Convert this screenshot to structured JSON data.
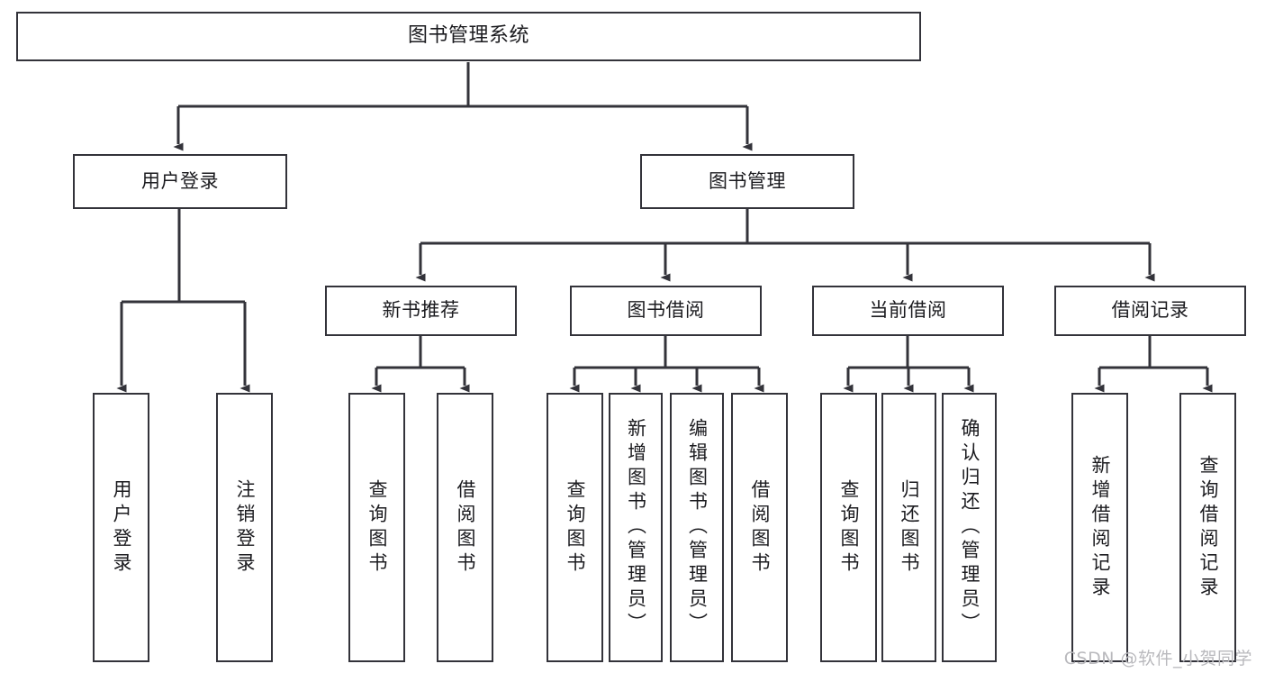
{
  "diagram": {
    "title": "图书管理系统",
    "type": "tree",
    "watermark": "CSDN @软件_小贺同学",
    "colors": {
      "box_border": "#33333a",
      "box_fill": "#ffffff",
      "edge": "#33333a",
      "text": "#1b1b1f",
      "watermark": "#b9b9bd",
      "background": "#ffffff"
    },
    "levels": {
      "root": "图书管理系统",
      "level2": [
        "用户登录",
        "图书管理"
      ],
      "level3": [
        "新书推荐",
        "图书借阅",
        "当前借阅",
        "借阅记录"
      ]
    },
    "nodes": {
      "root": {
        "label": "图书管理系统"
      },
      "user_login": {
        "label": "用户登录"
      },
      "book_manage": {
        "label": "图书管理"
      },
      "new_book_rec": {
        "label": "新书推荐"
      },
      "book_borrow": {
        "label": "图书借阅"
      },
      "current_borrow": {
        "label": "当前借阅"
      },
      "borrow_record": {
        "label": "借阅记录"
      },
      "leaf_user_login": {
        "label": "用户登录"
      },
      "leaf_user_logout": {
        "label": "注销登录"
      },
      "leaf_query_book_1": {
        "label": "查询图书"
      },
      "leaf_borrow_book_1": {
        "label": "借阅图书"
      },
      "leaf_query_book_2": {
        "label": "查询图书"
      },
      "leaf_add_book_admin": {
        "label": "新增图书（管理员）"
      },
      "leaf_edit_book_admin": {
        "label": "编辑图书（管理员）"
      },
      "leaf_borrow_book_2": {
        "label": "借阅图书"
      },
      "leaf_query_book_3": {
        "label": "查询图书"
      },
      "leaf_return_book": {
        "label": "归还图书"
      },
      "leaf_confirm_return_admin": {
        "label": "确认归还（管理员）"
      },
      "leaf_add_borrow_record": {
        "label": "新增借阅记录"
      },
      "leaf_query_borrow_record": {
        "label": "查询借阅记录"
      }
    },
    "edges": [
      {
        "from": "root",
        "to": "用户登录"
      },
      {
        "from": "root",
        "to": "图书管理"
      },
      {
        "from": "用户登录",
        "to": "用户登录(叶)"
      },
      {
        "from": "用户登录",
        "to": "注销登录"
      },
      {
        "from": "图书管理",
        "to": "新书推荐"
      },
      {
        "from": "图书管理",
        "to": "图书借阅"
      },
      {
        "from": "图书管理",
        "to": "当前借阅"
      },
      {
        "from": "图书管理",
        "to": "借阅记录"
      },
      {
        "from": "新书推荐",
        "to": "查询图书"
      },
      {
        "from": "新书推荐",
        "to": "借阅图书"
      },
      {
        "from": "图书借阅",
        "to": "查询图书"
      },
      {
        "from": "图书借阅",
        "to": "新增图书（管理员）"
      },
      {
        "from": "图书借阅",
        "to": "编辑图书（管理员）"
      },
      {
        "from": "图书借阅",
        "to": "借阅图书"
      },
      {
        "from": "当前借阅",
        "to": "查询图书"
      },
      {
        "from": "当前借阅",
        "to": "归还图书"
      },
      {
        "from": "当前借阅",
        "to": "确认归还（管理员）"
      },
      {
        "from": "借阅记录",
        "to": "新增借阅记录"
      },
      {
        "from": "借阅记录",
        "to": "查询借阅记录"
      }
    ]
  }
}
